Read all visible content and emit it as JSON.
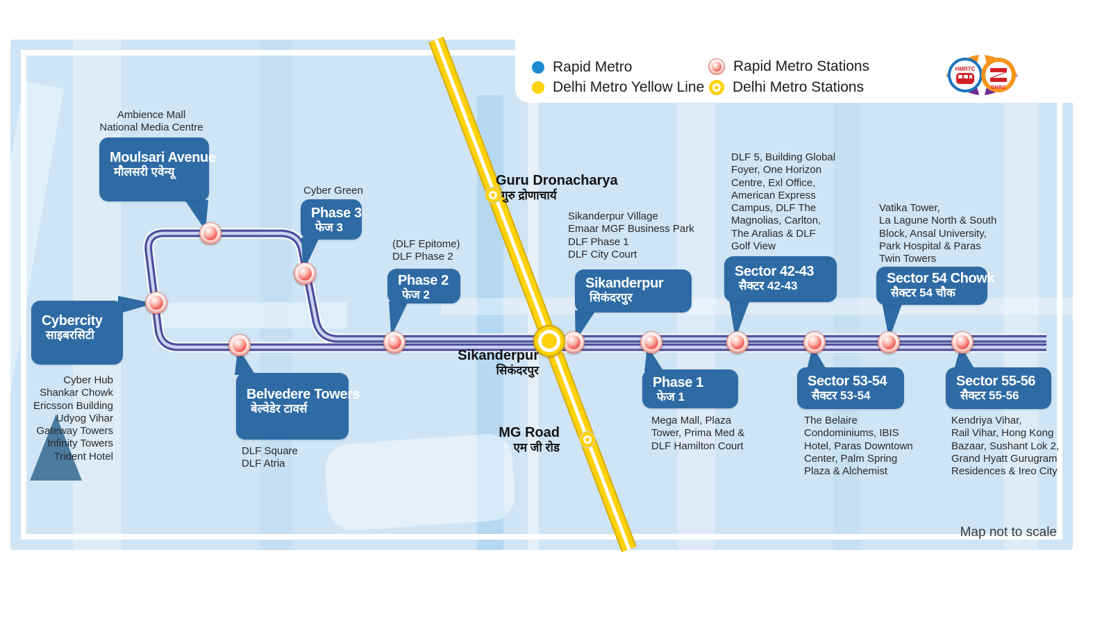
{
  "legend": {
    "rapid_metro": "Rapid Metro",
    "yellow_line": "Delhi Metro Yellow Line",
    "rapid_stations": "Rapid Metro Stations",
    "dm_stations": "Delhi Metro Stations"
  },
  "logo": {
    "left": "HMRTC",
    "right": "DMRC"
  },
  "note": "Map not to scale",
  "colors": {
    "rapid_line": "#4b4f9f",
    "rapid_line_fill": "#ccd3ee",
    "yellow_line": "#ffd20a",
    "station_box": "#2e6ba5",
    "legend_blue_dot": "#1d8bd1"
  },
  "rapid_stations": {
    "moulsari": {
      "name_en": "Moulsari Avenue",
      "name_hi": "मौलसरी एवेन्यू",
      "landmarks": "Ambience Mall\nNational Media Centre"
    },
    "cybercity": {
      "name_en": "Cybercity",
      "name_hi": "साइबरसिटी",
      "landmarks": "Cyber Hub\nShankar Chowk\nEricsson Building\nUdyog Vihar\nGateway Towers\nInfinity Towers\nTrident Hotel"
    },
    "phase3": {
      "name_en": "Phase 3",
      "name_hi": "फेज 3",
      "landmarks": "Cyber Green"
    },
    "belvedere": {
      "name_en": "Belvedere Towers",
      "name_hi": "बेल्वेडेर टावर्स",
      "landmarks": "DLF Square\nDLF Atria"
    },
    "phase2": {
      "name_en": "Phase 2",
      "name_hi": "फेज 2",
      "landmarks": "(DLF Epitome)\nDLF Phase 2"
    },
    "sikanderpur": {
      "name_en": "Sikanderpur",
      "name_hi": "सिकंदरपुर",
      "landmarks": "Sikanderpur Village\nEmaar MGF Business Park\nDLF Phase 1\nDLF City Court"
    },
    "phase1": {
      "name_en": "Phase 1",
      "name_hi": "फेज 1",
      "landmarks": "Mega Mall, Plaza\nTower, Prima Med &\nDLF Hamilton Court"
    },
    "sector4243": {
      "name_en": "Sector 42-43",
      "name_hi": "सैक्टर 42-43",
      "landmarks": "DLF 5, Building Global\nFoyer, One Horizon\nCentre, Exl Office,\nAmerican Express\nCampus, DLF The\nMagnolias, Carlton,\nThe Aralias & DLF\nGolf View"
    },
    "sector5354": {
      "name_en": "Sector 53-54",
      "name_hi": "सैक्टर 53-54",
      "landmarks": "The Belaire\nCondominiums, IBIS\nHotel, Paras Downtown\nCenter, Palm Spring\nPlaza & Alchemist"
    },
    "sector54chowk": {
      "name_en": "Sector 54 Chowk",
      "name_hi": "सैक्टर 54 चौक",
      "landmarks": "Vatika Tower,\nLa Lagune North & South\nBlock, Ansal University,\nPark Hospital & Paras\nTwin Towers"
    },
    "sector5556": {
      "name_en": "Sector 55-56",
      "name_hi": "सैक्टर 55-56",
      "landmarks": "Kendriya Vihar,\nRail Vihar, Hong Kong\nBazaar, Sushant Lok 2,\nGrand Hyatt Gurugram\nResidences & Ireo City"
    }
  },
  "metro_stations": {
    "guru": {
      "name_en": "Guru Dronacharya",
      "name_hi": "गुरु द्रोणाचार्य"
    },
    "sikanderpur": {
      "name_en": "Sikanderpur",
      "name_hi": "सिकंदरपुर"
    },
    "mg_road": {
      "name_en": "MG Road",
      "name_hi": "एम जी रोड"
    }
  }
}
